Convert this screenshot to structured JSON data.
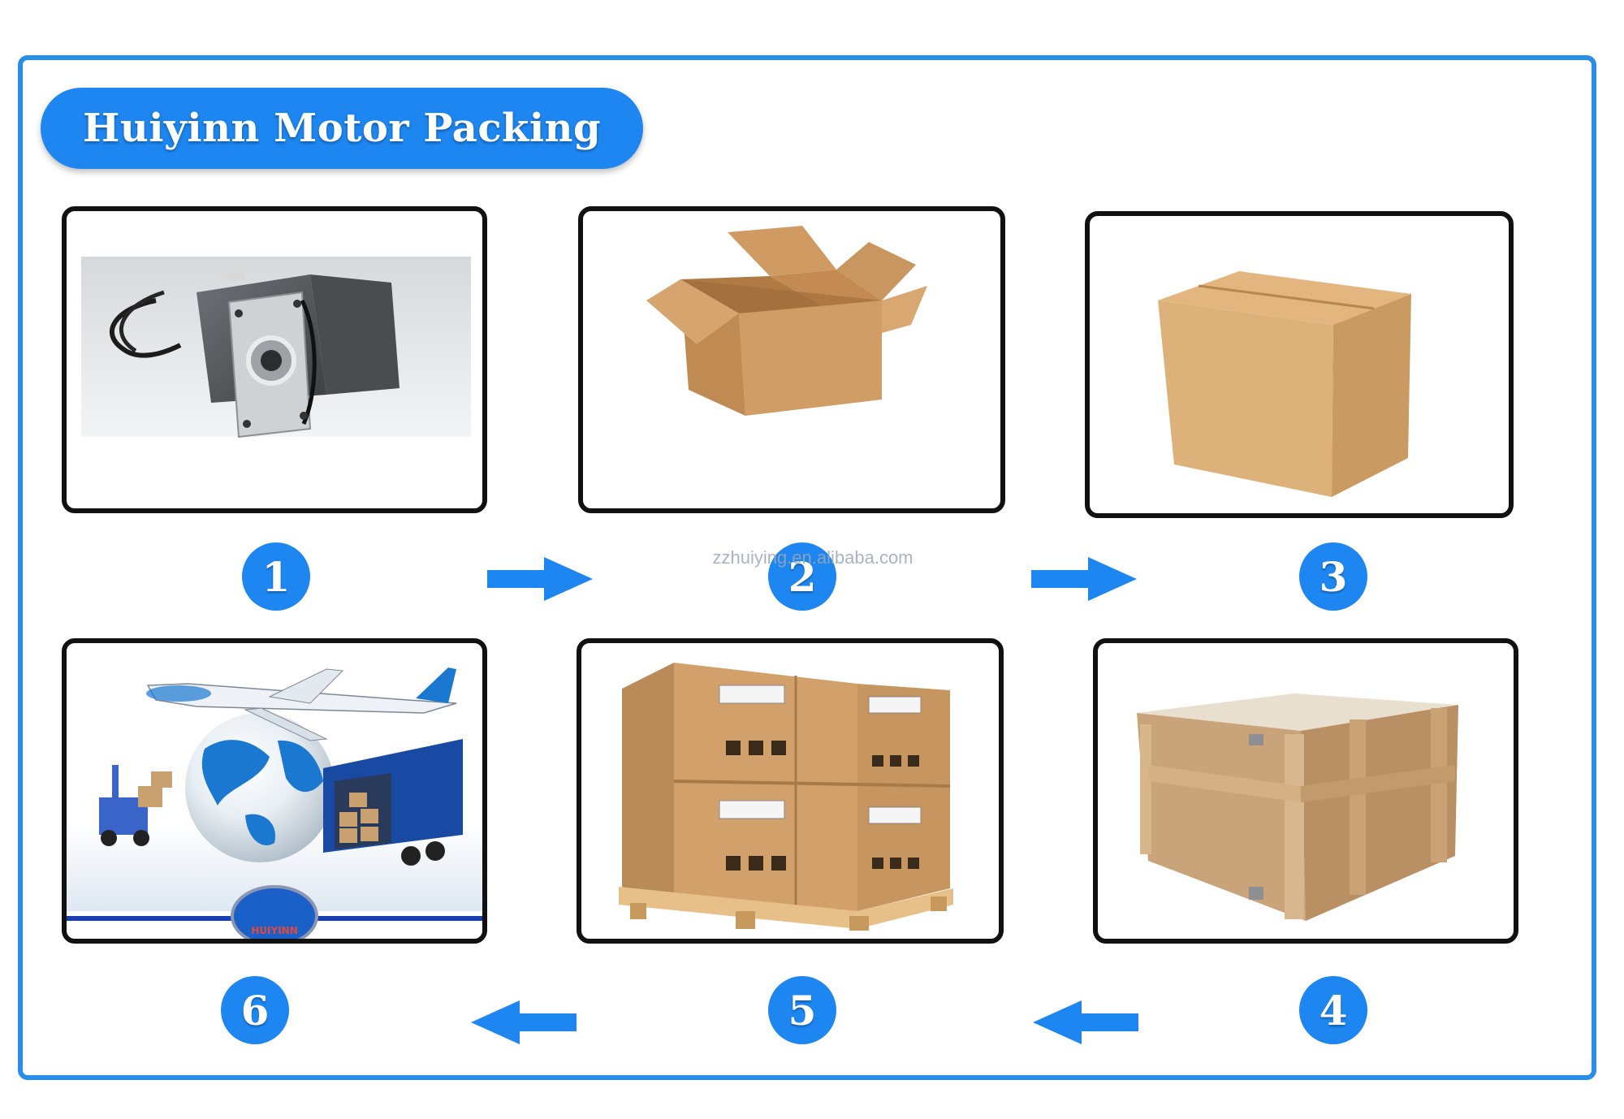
{
  "title": "Huiyinn Motor Packing",
  "watermark": "zzhuiying.en.alibaba.com",
  "accent_color": "#1d86f0",
  "frame_color": "#2a8de6",
  "steps": [
    {
      "number": "1",
      "icon": "geared-motor-image"
    },
    {
      "number": "2",
      "icon": "open-carton-box-image"
    },
    {
      "number": "3",
      "icon": "sealed-carton-box-image"
    },
    {
      "number": "4",
      "icon": "wooden-crate-image"
    },
    {
      "number": "5",
      "icon": "palletized-cartons-image"
    },
    {
      "number": "6",
      "icon": "global-shipping-image"
    }
  ],
  "logo_text": "HUIYINN"
}
